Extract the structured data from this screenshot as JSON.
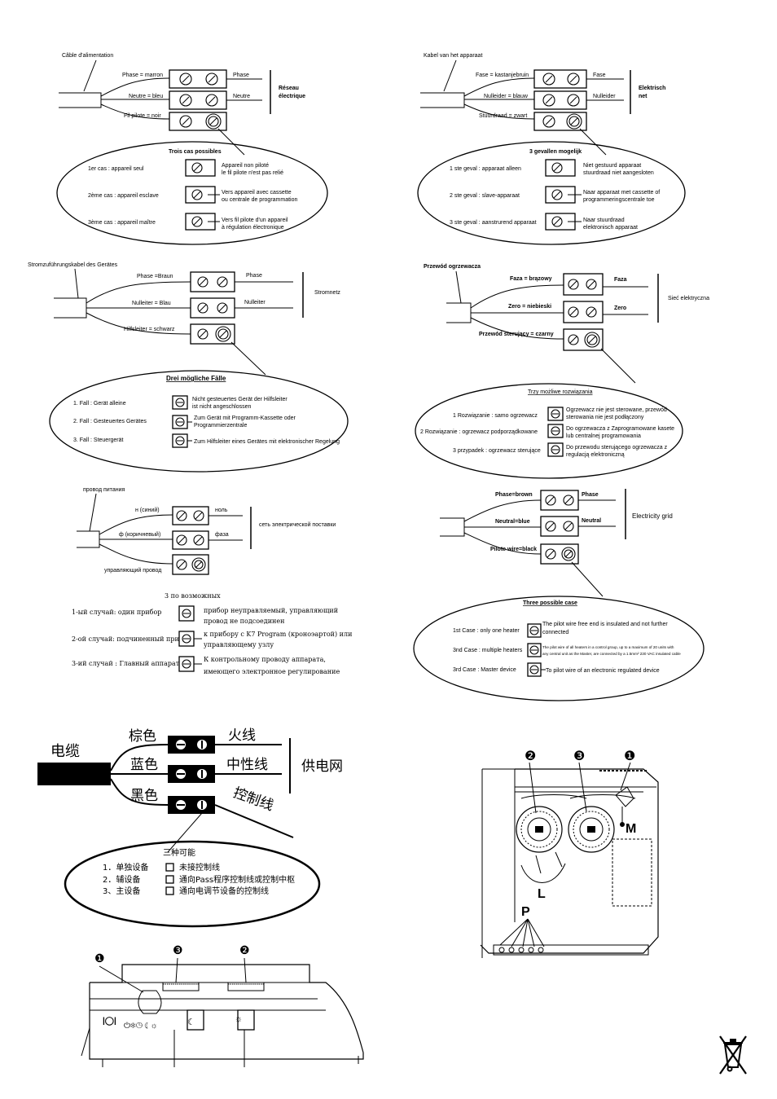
{
  "fr": {
    "cable": "Câble d'alimentation",
    "phase_left": "Phase = marron",
    "neutral_left": "Neutre = bleu",
    "pilot_left": "Fil pilote = noir",
    "phase_right": "Phase",
    "neutral_right": "Neutre",
    "grid": [
      "Réseau",
      "électrique"
    ],
    "cases_title": "Trois cas possibles",
    "cases": [
      {
        "label": "1er cas : appareil seul",
        "desc": [
          "Appareil non piloté",
          "le fil pilote n'est pas relié"
        ]
      },
      {
        "label": "2ème cas : appareil esclave",
        "desc": [
          "Vers appareil avec cassette",
          "ou centrale de programmation"
        ]
      },
      {
        "label": "3ème cas : appareil maître",
        "desc": [
          "Vers fil pilote d'un appareil",
          "à régulation électronique"
        ]
      }
    ]
  },
  "nl": {
    "cable": "Kabel van het apparaat",
    "phase_left": "Fase = kastanjebruin",
    "neutral_left": "Nulleider = blauw",
    "pilot_left": "Stuurdraad = zwart",
    "phase_right": "Fase",
    "neutral_right": "Nulleider",
    "grid": [
      "Elektrisch",
      "net"
    ],
    "cases_title": "3 gevallen mogelijk",
    "cases": [
      {
        "label": "1 ste geval : apparaat alleen",
        "desc": [
          "Niet gestuurd apparaat",
          "stuurdraad niet aangesloten"
        ]
      },
      {
        "label": "2 ste geval : slave-apparaat",
        "desc": [
          "Naar apparaat met cassette of",
          "programmeringscentrale toe"
        ]
      },
      {
        "label": "3 ste geval : aanstrurend apparaat",
        "desc": [
          "Naar stuurdraad",
          "elektronisch apparaat"
        ]
      }
    ]
  },
  "de": {
    "cable": "Stromzuführungskabel des Gerätes",
    "phase_left": "Phase =Braun",
    "neutral_left": "Nulleiter = Blau",
    "pilot_left": "Hilfsleiter = schwarz",
    "phase_right": "Phase",
    "neutral_right": "Nulleiter",
    "grid": [
      "Stromnetz"
    ],
    "cases_title": "Drei mögliche Fälle",
    "cases": [
      {
        "label": "1.  Fall  :  Gerät alleine",
        "desc": [
          "Nicht gesteuertes Gerät der Hilfsleiter",
          "ist nicht angeschlossen"
        ]
      },
      {
        "label": "2.  Fall  :  Gesteuertes Gerätes",
        "desc": [
          "Zum Gerät mit Programm-Kassette oder",
          "Programmierzentrale"
        ]
      },
      {
        "label": "3.  Fall  :  Steuergerät",
        "desc": [
          "Zum Hilfsleiter eines Gerätes mit elektronischer Regelung"
        ]
      }
    ]
  },
  "pl": {
    "cable": "Przewód ogrzewacza",
    "phase_left": "Faza = brązowy",
    "neutral_left": "Zero = niebieski",
    "pilot_left": "Przewód sterujący = czarny",
    "phase_right": "Faza",
    "neutral_right": "Zero",
    "grid": [
      "Sieć elektryczna"
    ],
    "cases_title": "Trzy możliwe rozwiązania",
    "cases": [
      {
        "label": "1 Rozwiązanie : samo ogrzewacz",
        "desc": [
          "Ogrzewacz nie jest sterowane, przewód",
          "sterowania nie jest podłączony"
        ]
      },
      {
        "label": "2 Rozwiązanie : ogrzewacz podporządkowane",
        "desc": [
          "Do ogrzewacza z Zaprogramowane kasete",
          "lub centralnej programowania"
        ]
      },
      {
        "label": "3 przypadek : ogrzewacz sterujące",
        "desc": [
          "Do przewodu sterującego ogrzewacza z",
          "regulacją elektroniczną"
        ]
      }
    ]
  },
  "ru": {
    "cable": "провод питания",
    "neutral_left": "н (синий)",
    "phase_left": "ф (коричневый)",
    "pilot_left": "управляющий провод",
    "neutral_right": "ноль",
    "phase_right": "фаза",
    "grid": [
      "сеть электрической поставки"
    ],
    "cases_title": "3 по возможных",
    "cases": [
      {
        "label": "1-ый случай: один прибор",
        "desc": [
          "прибор неуправляемый, управляющий",
          "провод не подсоединен"
        ]
      },
      {
        "label": "2-ой случай: подчиненный прибор",
        "desc": [
          "к прибору с K7 Program (кроноэартой) или",
          "управляющему узлу"
        ]
      },
      {
        "label": "3-ий случай : Главный аппарат",
        "desc": [
          "К контрольному проводу аппарата,",
          "имеющего электронное регулирование"
        ]
      }
    ]
  },
  "en": {
    "phase_left": "Phase=brown",
    "neutral_left": "Neutral=blue",
    "pilot_left": "Pilote wire=black",
    "phase_right": "Phase",
    "neutral_right": "Neutral",
    "grid": [
      "Electricity grid"
    ],
    "cases_title": "Three possible case",
    "cases": [
      {
        "label": "1st Case : only one heater",
        "desc": [
          "The pilot wire free end is insulated and not further",
          "connected"
        ]
      },
      {
        "label": "3nd Case : multiple heaters",
        "desc": [
          "The pilot wire of all heaters in a control group, up to a maximum of 20 units with",
          "any central unit as the Master, are connected by a 1.5mm² 230 VAC insulated cable"
        ]
      },
      {
        "label": "3rd Case : Master device",
        "desc": [
          "To pilot wire of an electronic regulated device"
        ]
      }
    ]
  },
  "zh": {
    "cable": "电缆",
    "colors": [
      "棕色",
      "蓝色",
      "黑色"
    ],
    "terms": [
      "火线",
      "中性线",
      "控制线"
    ],
    "grid": "供电网",
    "cases_title": "三种可能",
    "cases": [
      {
        "label": "1．单独设备",
        "desc": "未接控制线"
      },
      {
        "label": "2．辅设备",
        "desc": "通向Pass程序控制线或控制中枢"
      },
      {
        "label": "3、主设备",
        "desc": "通向电调节设备的控制线"
      }
    ]
  },
  "callouts": {
    "front_markers": [
      "❶",
      "❸",
      "❷"
    ],
    "top_markers": [
      "❷",
      "❸",
      "❶"
    ],
    "top_letters": {
      "m": "M",
      "l": "L",
      "p": "P"
    }
  }
}
